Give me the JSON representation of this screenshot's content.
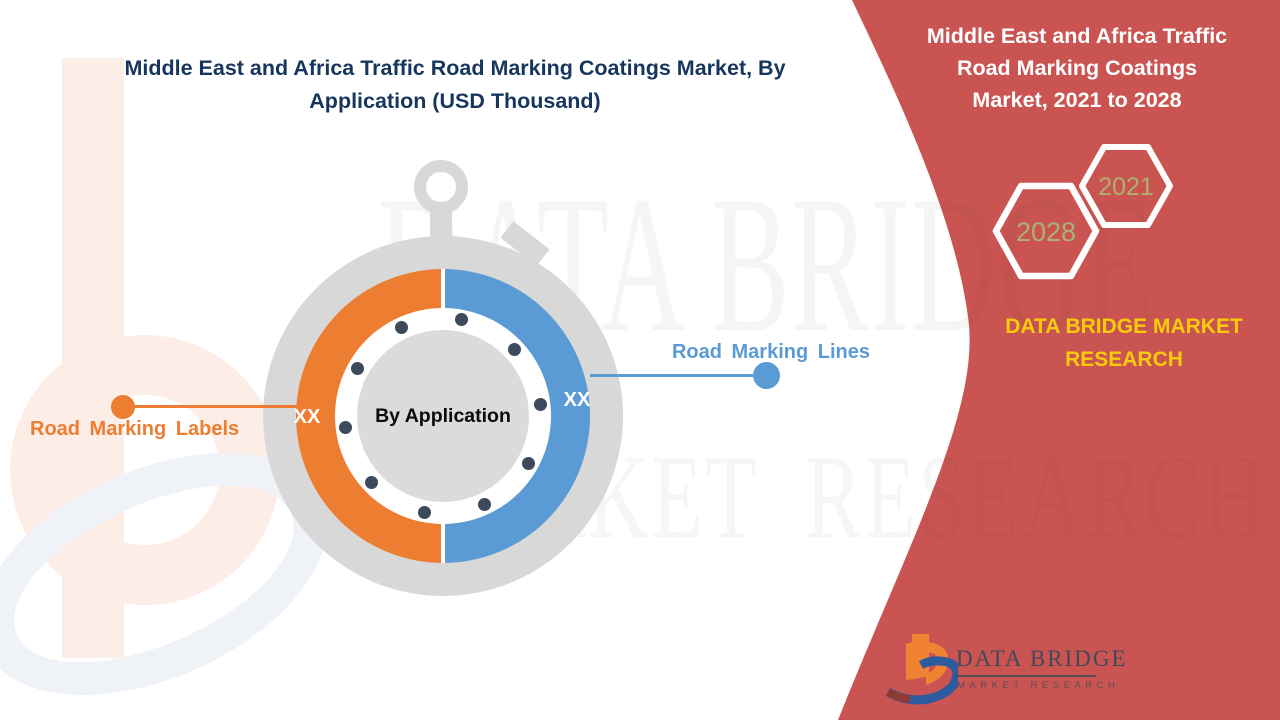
{
  "main": {
    "title_lines": [
      "Middle East and Africa Traffic Road Marking Coatings Market, By",
      "Application (USD Thousand)"
    ],
    "chart": {
      "center_label": "By Application",
      "segments": [
        {
          "label": "Road Marking Labels",
          "value": "XX",
          "color": "#ED7D31",
          "side": "left"
        },
        {
          "label": "Road Marking Lines",
          "value": "XX",
          "color": "#5B9BD5",
          "side": "right"
        }
      ]
    }
  },
  "chart_data": {
    "type": "pie",
    "title": "Middle East and Africa Traffic Road Marking Coatings Market, By Application (USD Thousand)",
    "center_label": "By Application",
    "categories": [
      "Road Marking Lines",
      "Road Marking Labels"
    ],
    "values": [
      "XX",
      "XX"
    ],
    "visual_share_percent": [
      50,
      50
    ],
    "colors": [
      "#5B9BD5",
      "#ED7D31"
    ],
    "legend_position": "callouts-left-right"
  },
  "panel": {
    "title_lines": [
      "Middle East and Africa Traffic",
      "Road Marking Coatings",
      "Market, 2021 to 2028"
    ],
    "years": [
      "2028",
      "2021"
    ],
    "brand_lines": [
      "DATA BRIDGE MARKET",
      "RESEARCH"
    ],
    "background_color": "#C95451",
    "accent_yellow": "#F9CB0B",
    "hex_year_color": "#ABB075"
  },
  "logo": {
    "name": "DATA BRIDGE",
    "tagline": "MARKET RESEARCH"
  },
  "watermark": {
    "line1": "DATA BRIDGE",
    "line2": "MARKET RESEARCH"
  },
  "colors": {
    "title_navy": "#17365D",
    "orange": "#ED7D31",
    "blue": "#5B9BD5",
    "gray_ring": "#D8D8D8",
    "dot_navy": "#3D4A5C"
  }
}
